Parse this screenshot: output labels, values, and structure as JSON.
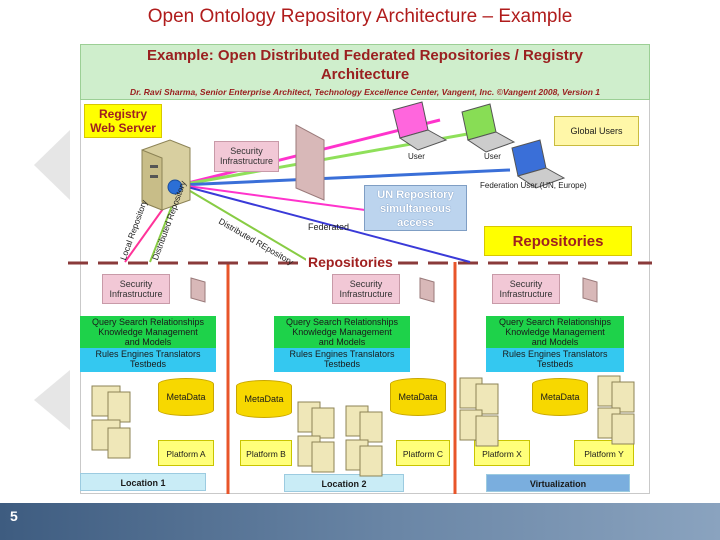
{
  "slide": {
    "title": "Open Ontology Repository Architecture – Example",
    "number": "5"
  },
  "header": {
    "title_line1": "Example: Open Distributed Federated Repositories / Registry",
    "title_line2": "Architecture",
    "subtitle": "Dr. Ravi Sharma, Senior Enterprise Architect, Technology Excellence Center, Vangent, Inc. ©Vangent 2008, Version 1"
  },
  "registry": {
    "line1": "Registry",
    "line2": "Web Server"
  },
  "security": {
    "line1": "Security",
    "line2": "Infrastructure"
  },
  "users": {
    "global_users": "Global Users",
    "user_label": "User",
    "federation_user": "Federation User (UN, Europe)"
  },
  "un_repository": {
    "line1": "UN Repository",
    "line2": "simultaneous",
    "line3": "access"
  },
  "labels": {
    "repositories": "Repositories",
    "federated": "Federated",
    "local_repository": "Local Repository",
    "distributed_repository": "Distributed Repository",
    "distributed_repository_2": "Distributed REpository"
  },
  "services": {
    "green_line1": "Query Search Relationships",
    "green_line2": "Knowledge Management",
    "green_line3": "and Models",
    "cyan_line1": "Rules Engines Translators",
    "cyan_line2": "Testbeds"
  },
  "metadata": "MetaData",
  "platforms": [
    "Platform A",
    "Platform B",
    "Platform C",
    "Platform X",
    "Platform Y"
  ],
  "locations": [
    "Location 1",
    "Location 2",
    "Virtualization"
  ],
  "colors": {
    "title_red": "#b01c1c",
    "header_green": "#cfeecc",
    "highlight_yellow": "#ffff00",
    "service_green": "#1ed24a",
    "service_cyan": "#34c8f0",
    "divider_orange": "#e8552a",
    "dashed_line": "#8a3a3a"
  }
}
